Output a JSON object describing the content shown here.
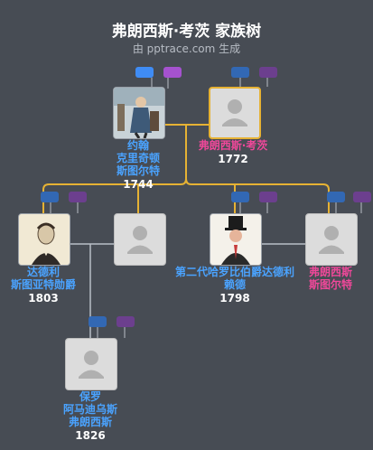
{
  "header": {
    "title": "弗朗西斯·考茨 家族树",
    "subtitle": "由 pptrace.com 生成"
  },
  "people": {
    "john": {
      "name_lines": [
        "约翰",
        "克里奇顿",
        "斯图尔特"
      ],
      "year": "1744",
      "gender": "male"
    },
    "frances": {
      "name_lines": [
        "弗朗西斯·考茨"
      ],
      "year": "1772",
      "gender": "female"
    },
    "dudley": {
      "name_lines": [
        "达德利",
        "斯图亚特勋爵"
      ],
      "year": "1803",
      "gender": "male"
    },
    "child2": {
      "name_lines": [],
      "year": "",
      "gender": "male"
    },
    "harrowby": {
      "name_lines": [
        "第二代哈罗比伯爵达德利",
        "赖德"
      ],
      "year": "1798",
      "gender": "male"
    },
    "frances_stuart": {
      "name_lines": [
        "弗朗西斯",
        "斯图尔特"
      ],
      "year": "",
      "gender": "female"
    },
    "paul": {
      "name_lines": [
        "保罗",
        "阿马迪乌斯",
        "弗朗西斯"
      ],
      "year": "1826",
      "gender": "male"
    }
  },
  "colors": {
    "background": "#474c54",
    "male": "#4aa3ff",
    "female": "#f0489a",
    "highlight_border": "#e6b234",
    "line": "#b9bec6",
    "spouse_line": "#e6b234"
  },
  "icons": {
    "placeholder": "person-silhouette-icon",
    "badge_blue": "expand-male-badge-icon",
    "badge_purple": "expand-female-badge-icon"
  }
}
